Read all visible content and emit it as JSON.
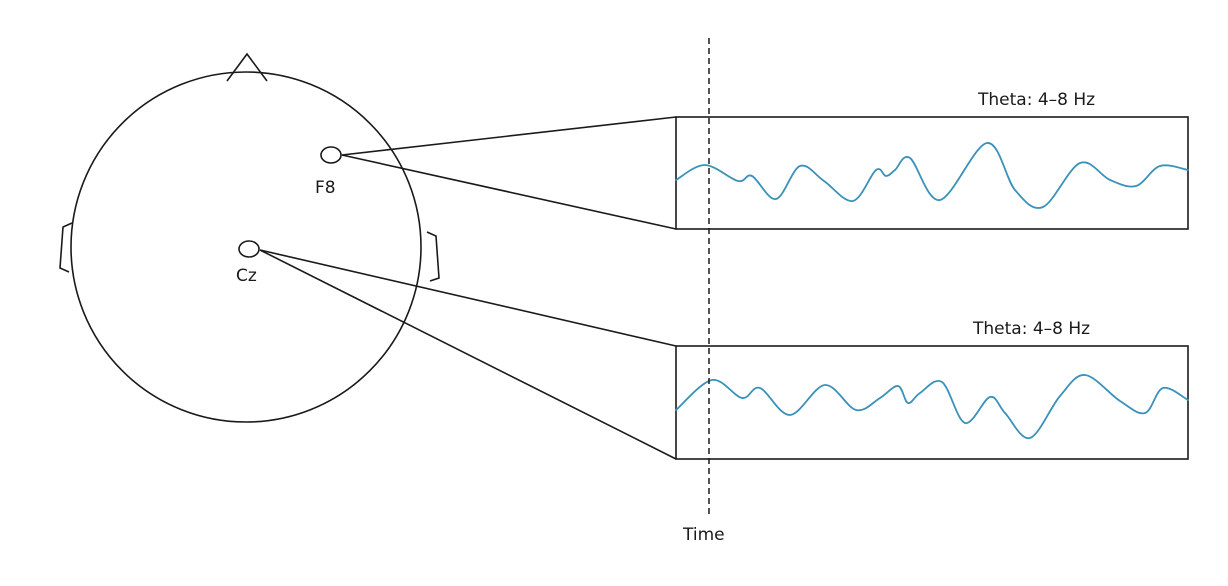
{
  "electrodes": [
    {
      "id": "f8",
      "label": "F8"
    },
    {
      "id": "cz",
      "label": "Cz"
    }
  ],
  "panels": [
    {
      "id": "f8",
      "title": "Theta: 4–8 Hz"
    },
    {
      "id": "cz",
      "title": "Theta: 4–8 Hz"
    }
  ],
  "time_label": "Time",
  "colors": {
    "wave": "#3a91b9",
    "line": "#1a1a1a"
  }
}
